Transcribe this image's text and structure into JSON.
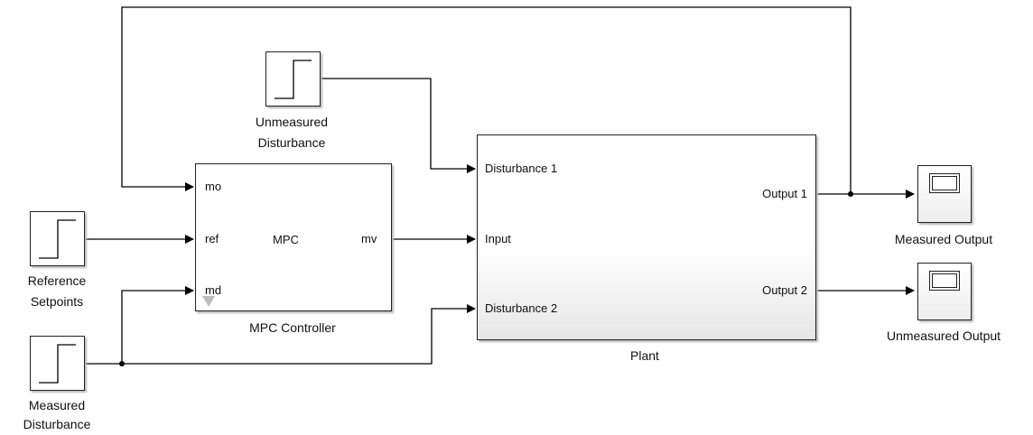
{
  "blocks": {
    "unmeasured_disturbance": {
      "label_line1": "Unmeasured",
      "label_line2": "Disturbance"
    },
    "reference_setpoints": {
      "label_line1": "Reference",
      "label_line2": "Setpoints"
    },
    "measured_disturbance": {
      "label_line1": "Measured",
      "label_line2": "Disturbance"
    },
    "mpc_controller": {
      "title": "MPC",
      "label": "MPC Controller",
      "ports": {
        "mo": "mo",
        "ref": "ref",
        "md": "md",
        "mv": "mv"
      }
    },
    "plant": {
      "label": "Plant",
      "ports": {
        "disturbance1": "Disturbance 1",
        "input": "Input",
        "disturbance2": "Disturbance 2",
        "output1": "Output 1",
        "output2": "Output 2"
      }
    },
    "measured_output": {
      "label": "Measured Output"
    },
    "unmeasured_output": {
      "label": "Unmeasured Output"
    }
  }
}
